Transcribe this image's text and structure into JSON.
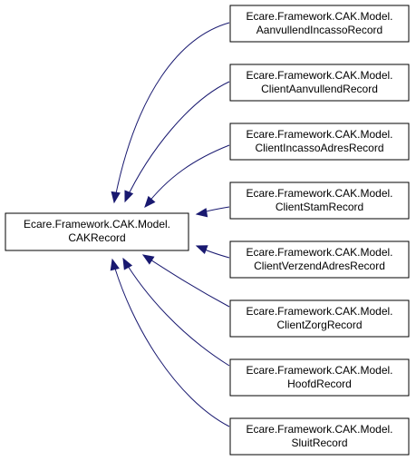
{
  "diagram": {
    "base": {
      "line1": "Ecare.Framework.CAK.Model.",
      "line2": "CAKRecord"
    },
    "derived": [
      {
        "line1": "Ecare.Framework.CAK.Model.",
        "line2": "AanvullendIncassoRecord"
      },
      {
        "line1": "Ecare.Framework.CAK.Model.",
        "line2": "ClientAanvullendRecord"
      },
      {
        "line1": "Ecare.Framework.CAK.Model.",
        "line2": "ClientIncassoAdresRecord"
      },
      {
        "line1": "Ecare.Framework.CAK.Model.",
        "line2": "ClientStamRecord"
      },
      {
        "line1": "Ecare.Framework.CAK.Model.",
        "line2": "ClientVerzendAdresRecord"
      },
      {
        "line1": "Ecare.Framework.CAK.Model.",
        "line2": "ClientZorgRecord"
      },
      {
        "line1": "Ecare.Framework.CAK.Model.",
        "line2": "HoofdRecord"
      },
      {
        "line1": "Ecare.Framework.CAK.Model.",
        "line2": "SluitRecord"
      }
    ],
    "edge_color": "#191970"
  }
}
